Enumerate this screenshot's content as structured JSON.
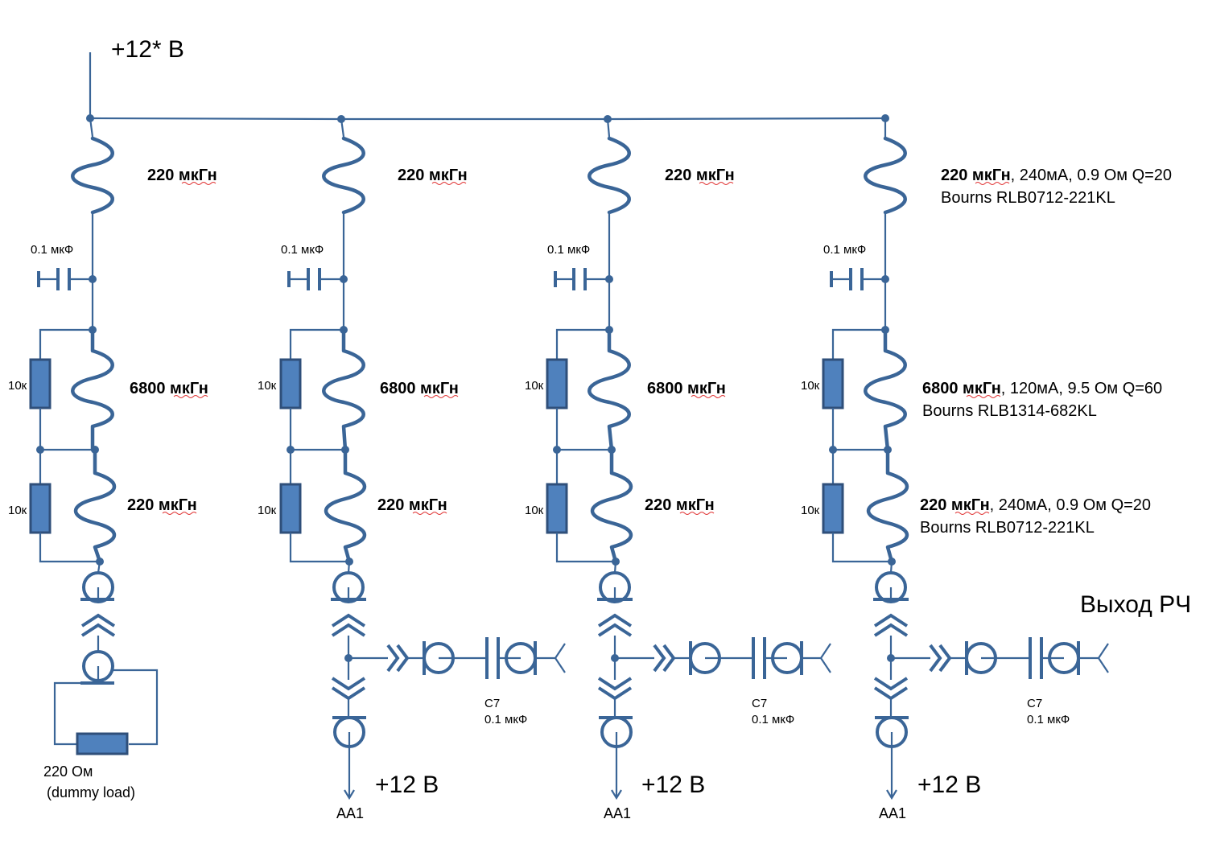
{
  "supply_label": "+12* В",
  "columns": [
    {
      "l1": {
        "bold": "220 мкГн",
        "rest": "",
        "line2": ""
      },
      "cap": "0.1 мкФ",
      "r1": "10к",
      "l2": {
        "bold": "6800 мкГн",
        "rest": "",
        "line2": ""
      },
      "r2": "10к",
      "l3": {
        "bold": "220 мкГн",
        "rest": "",
        "line2": ""
      }
    },
    {
      "l1": {
        "bold": "220 мкГн",
        "rest": "",
        "line2": ""
      },
      "cap": "0.1 мкФ",
      "r1": "10к",
      "l2": {
        "bold": "6800 мкГн",
        "rest": "",
        "line2": ""
      },
      "r2": "10к",
      "l3": {
        "bold": "220 мкГн",
        "rest": "",
        "line2": ""
      },
      "c7_name": "C7",
      "c7_value": "0.1 мкФ",
      "bottom_voltage": "+12 В",
      "bottom_label": "AA1"
    },
    {
      "l1": {
        "bold": "220 мкГн",
        "rest": "",
        "line2": ""
      },
      "cap": "0.1 мкФ",
      "r1": "10к",
      "l2": {
        "bold": "6800 мкГн",
        "rest": "",
        "line2": ""
      },
      "r2": "10к",
      "l3": {
        "bold": "220 мкГн",
        "rest": "",
        "line2": ""
      },
      "c7_name": "C7",
      "c7_value": "0.1 мкФ",
      "bottom_voltage": "+12 В",
      "bottom_label": "AA1"
    },
    {
      "l1": {
        "bold": "220 мкГн",
        "rest": ", 240мА, 0.9 Ом Q=20",
        "line2": "Bourns RLB0712-221KL"
      },
      "cap": "0.1 мкФ",
      "r1": "10к",
      "l2": {
        "bold": "6800 мкГн",
        "rest": ", 120мА, 9.5 Ом Q=60",
        "line2": "Bourns RLB1314-682KL"
      },
      "r2": "10к",
      "l3": {
        "bold": "220 мкГн",
        "rest": ", 240мА, 0.9 Ом Q=20",
        "line2": "Bourns RLB0712-221KL"
      },
      "c7_name": "C7",
      "c7_value": "0.1 мкФ",
      "bottom_voltage": "+12 В",
      "bottom_label": "AA1"
    }
  ],
  "dummy_load": {
    "line1": "220 Ом",
    "line2": "(dummy load)"
  },
  "rf_output_label": "Выход РЧ"
}
